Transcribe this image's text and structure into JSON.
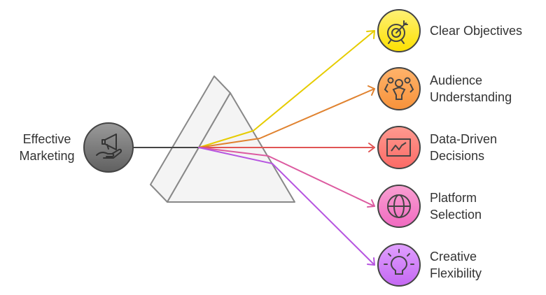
{
  "source": {
    "line1": "Effective",
    "line2": "Marketing",
    "icon": "megaphone-hand-icon"
  },
  "outputs": [
    {
      "line1": "Clear Objectives",
      "line2": "",
      "icon": "target-icon",
      "color": "#e6cc00",
      "fill_top": "#fff176",
      "fill_bottom": "#fde000"
    },
    {
      "line1": "Audience",
      "line2": "Understanding",
      "icon": "people-icon",
      "color": "#e0822f",
      "fill_top": "#ffb36b",
      "fill_bottom": "#f7923a"
    },
    {
      "line1": "Data-Driven",
      "line2": "Decisions",
      "icon": "chart-icon",
      "color": "#e05555",
      "fill_top": "#ff9a90",
      "fill_bottom": "#fb6a66"
    },
    {
      "line1": "Platform",
      "line2": "Selection",
      "icon": "globe-icon",
      "color": "#dc5aa0",
      "fill_top": "#f9a0d2",
      "fill_bottom": "#f06ac0"
    },
    {
      "line1": "Creative",
      "line2": "Flexibility",
      "icon": "lightbulb-icon",
      "color": "#b655e0",
      "fill_top": "#e0a0ff",
      "fill_bottom": "#c468f2"
    }
  ]
}
